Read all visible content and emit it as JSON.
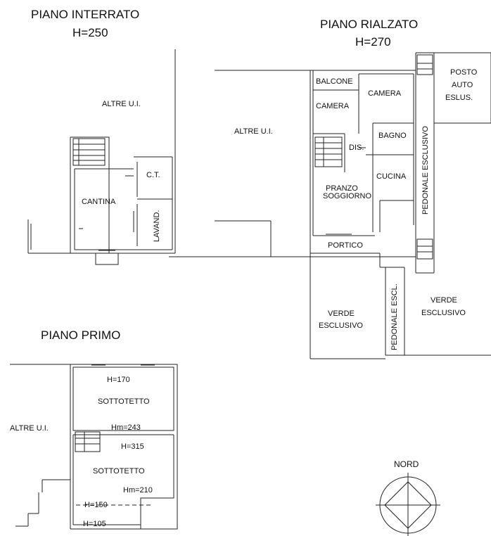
{
  "floors": {
    "interrato": {
      "title": "PIANO INTERRATO",
      "height": "H=250"
    },
    "rialzato": {
      "title": "PIANO RIALZATO",
      "height": "H=270"
    },
    "primo": {
      "title": "PIANO PRIMO"
    }
  },
  "interrato_labels": {
    "altre": "ALTRE U.I.",
    "cantina": "CANTINA",
    "ct": "C.T.",
    "lavand": "LAVAND."
  },
  "rialzato_labels": {
    "altre": "ALTRE U.I.",
    "balcone": "BALCONE",
    "camera1": "CAMERA",
    "camera2": "CAMERA",
    "bagno": "BAGNO",
    "dis": "DIS.",
    "cucina": "CUCINA",
    "pranzo": "PRANZO",
    "soggiorno": "SOGGIORNO",
    "portico": "PORTICO",
    "posto1": "POSTO",
    "posto2": "AUTO",
    "posto3": "ESLUS.",
    "pedonale_esclusivo": "PEDONALE ESCLUSIVO",
    "pedonale_escl": "PEDONALE ESCL.",
    "verde1_a": "VERDE",
    "verde1_b": "ESCLUSIVO",
    "verde2_a": "VERDE",
    "verde2_b": "ESCLUSIVO"
  },
  "primo_labels": {
    "altre": "ALTRE U.I.",
    "h170": "H=170",
    "sottotetto1": "SOTTOTETTO",
    "hm243": "Hm=243",
    "h315": "H=315",
    "sottotetto2": "SOTTOTETTO",
    "hm210": "Hm=210",
    "h150": "H=150",
    "h105": "H=105"
  },
  "north": {
    "label": "NORD"
  }
}
